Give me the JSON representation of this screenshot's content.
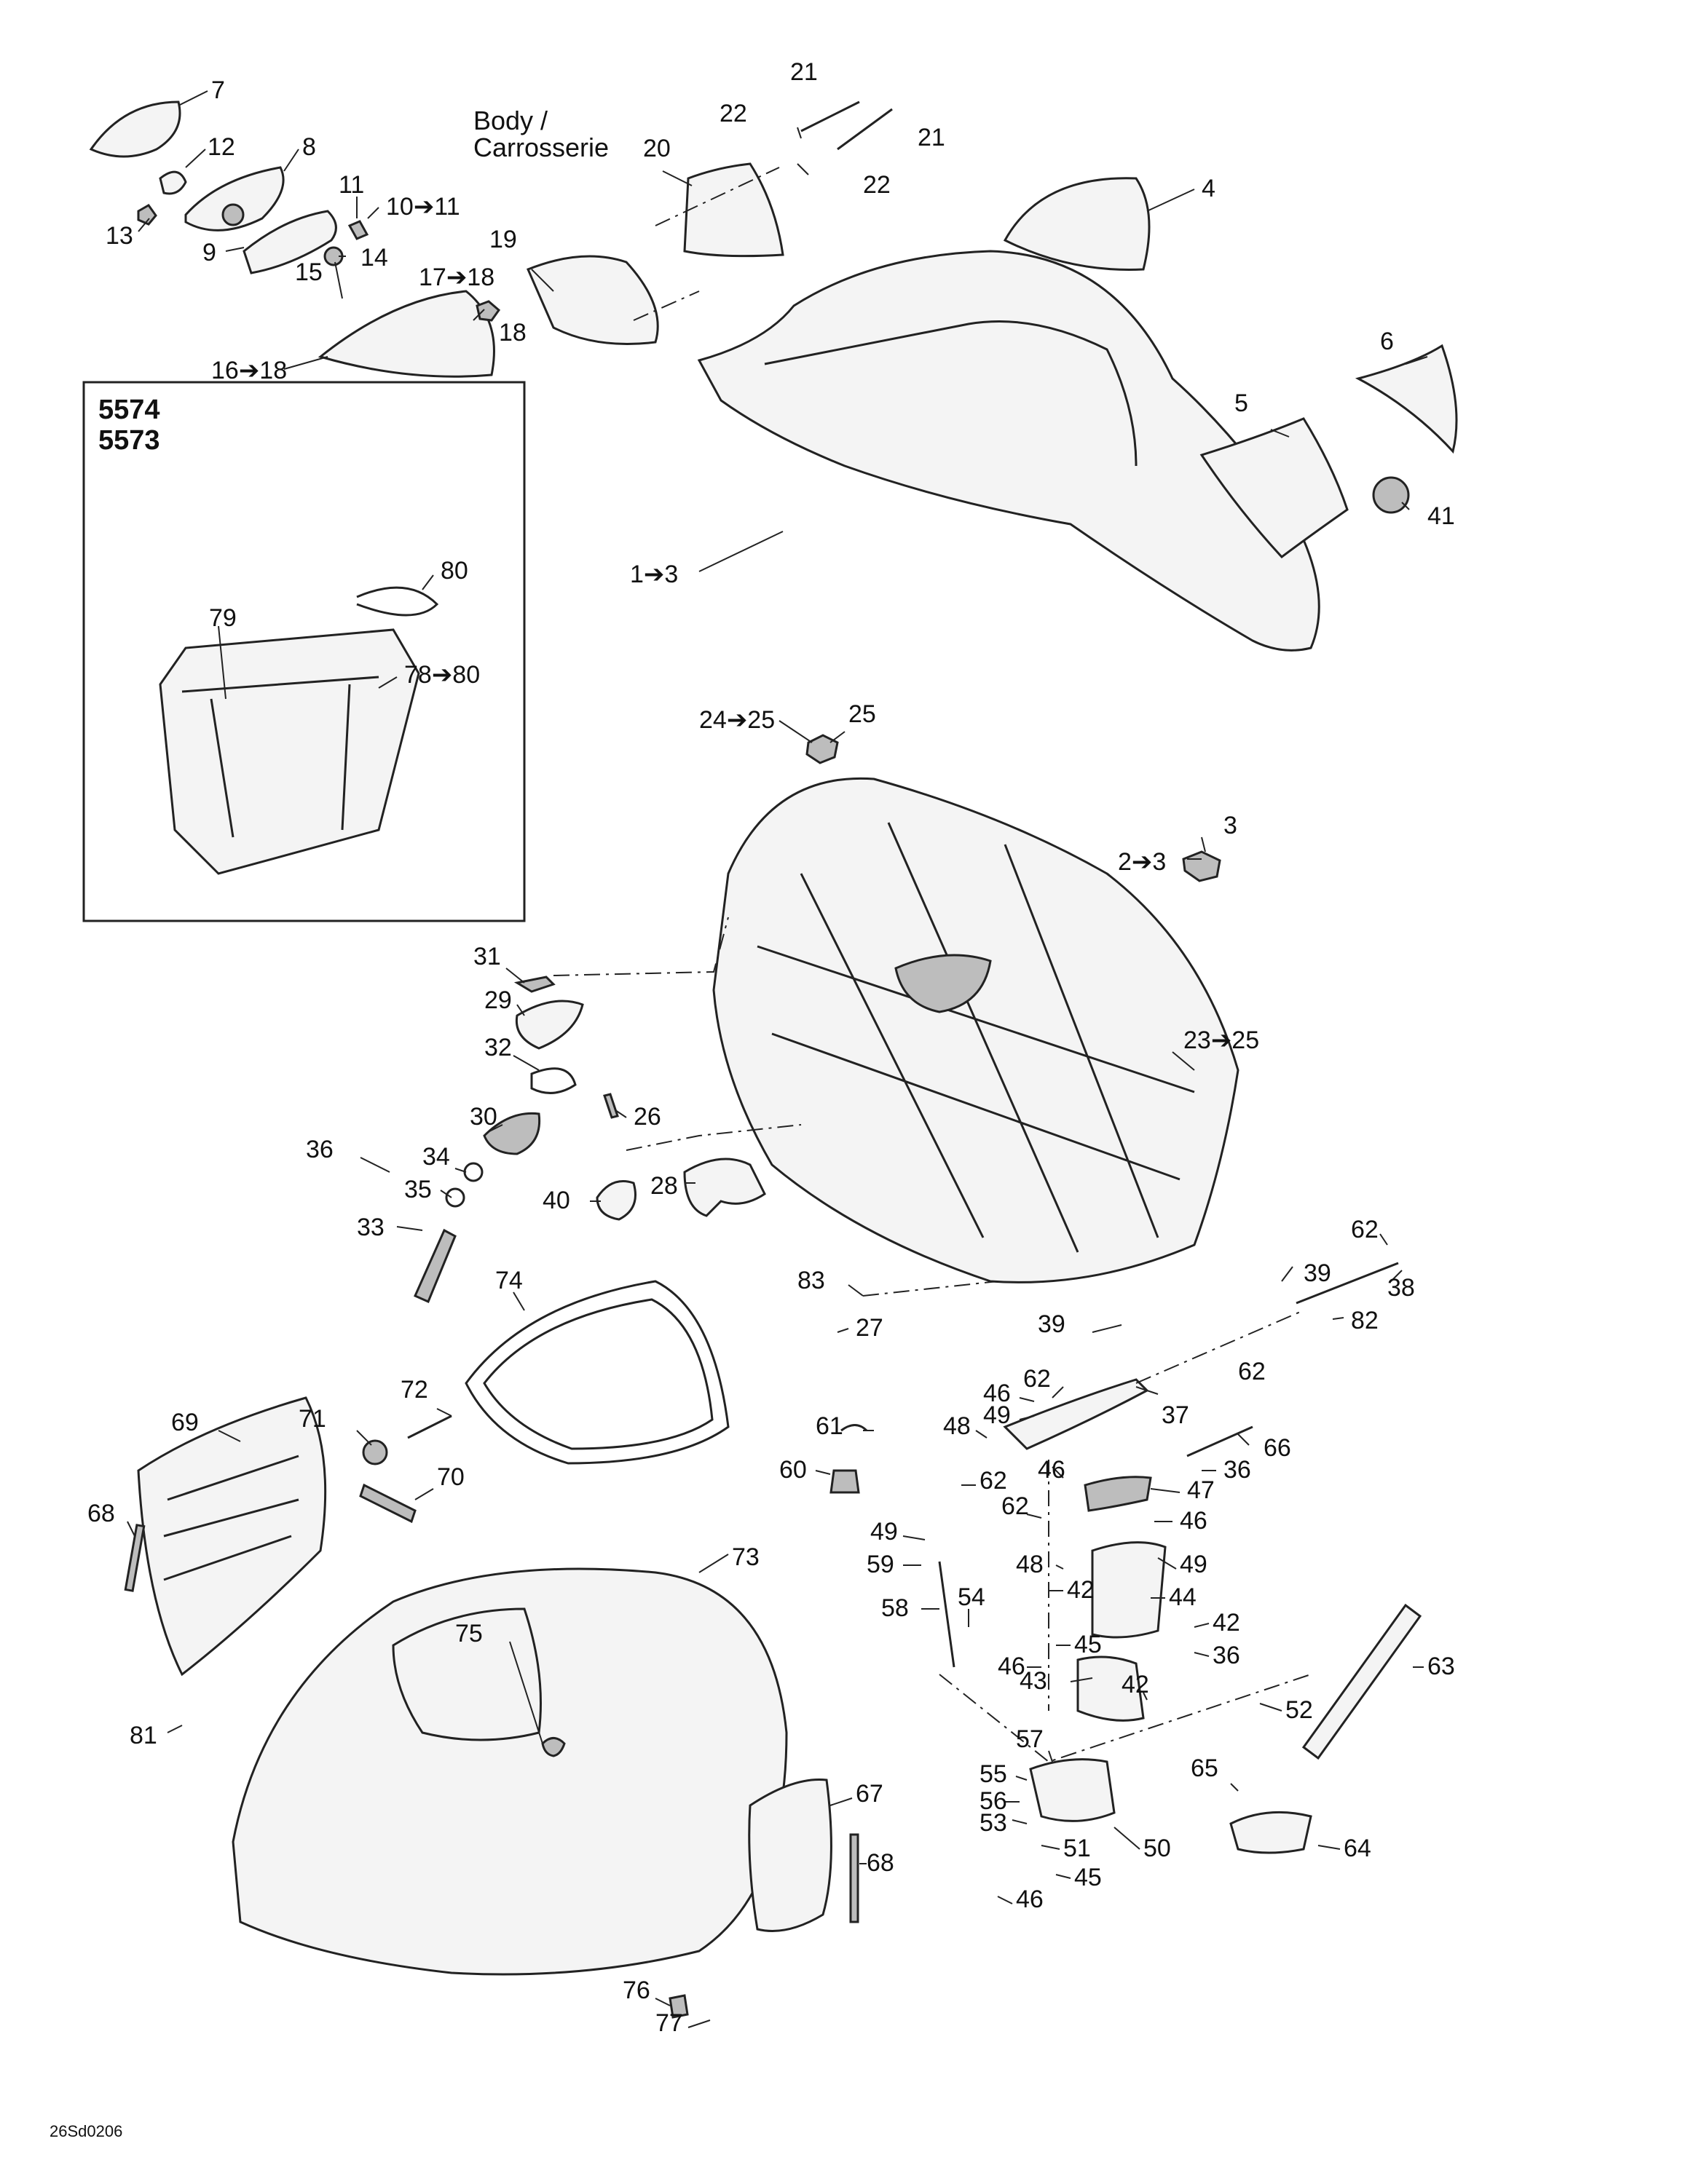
{
  "section_title": "Body /\nCarrosserie",
  "section_title_line1": "Body /",
  "section_title_line2": "Carrosserie",
  "inset_models": [
    "5574",
    "5573"
  ],
  "drawing_code": "26Sd0206",
  "callouts": [
    {
      "id": "c1",
      "text": "7"
    },
    {
      "id": "c2",
      "text": "12"
    },
    {
      "id": "c3",
      "text": "8"
    },
    {
      "id": "c4",
      "text": "13"
    },
    {
      "id": "c5",
      "text": "11"
    },
    {
      "id": "c6",
      "text": "10➔11"
    },
    {
      "id": "c7",
      "text": "14"
    },
    {
      "id": "c8",
      "text": "9"
    },
    {
      "id": "c9",
      "text": "15"
    },
    {
      "id": "c10",
      "text": "16➔18"
    },
    {
      "id": "c11",
      "text": "17➔18"
    },
    {
      "id": "c12",
      "text": "18"
    },
    {
      "id": "c13",
      "text": "19"
    },
    {
      "id": "c14",
      "text": "20"
    },
    {
      "id": "c15",
      "text": "21"
    },
    {
      "id": "c16",
      "text": "21"
    },
    {
      "id": "c17",
      "text": "22"
    },
    {
      "id": "c18",
      "text": "22"
    },
    {
      "id": "c19",
      "text": "4"
    },
    {
      "id": "c20",
      "text": "6"
    },
    {
      "id": "c21",
      "text": "5"
    },
    {
      "id": "c22",
      "text": "41"
    },
    {
      "id": "c23",
      "text": "1➔3"
    },
    {
      "id": "c24",
      "text": "80"
    },
    {
      "id": "c25",
      "text": "79"
    },
    {
      "id": "c26",
      "text": "78➔80"
    },
    {
      "id": "c27",
      "text": "24➔25"
    },
    {
      "id": "c28",
      "text": "25"
    },
    {
      "id": "c29",
      "text": "3"
    },
    {
      "id": "c30",
      "text": "2➔3"
    },
    {
      "id": "c31",
      "text": "31"
    },
    {
      "id": "c32",
      "text": "29"
    },
    {
      "id": "c33",
      "text": "32"
    },
    {
      "id": "c34",
      "text": "26"
    },
    {
      "id": "c35",
      "text": "23➔25"
    },
    {
      "id": "c36",
      "text": "30"
    },
    {
      "id": "c37",
      "text": "34"
    },
    {
      "id": "c38",
      "text": "35"
    },
    {
      "id": "c39",
      "text": "36"
    },
    {
      "id": "c40",
      "text": "40"
    },
    {
      "id": "c41",
      "text": "28"
    },
    {
      "id": "c42",
      "text": "33"
    },
    {
      "id": "c43",
      "text": "62"
    },
    {
      "id": "c44",
      "text": "39"
    },
    {
      "id": "c45",
      "text": "38"
    },
    {
      "id": "c46",
      "text": "83"
    },
    {
      "id": "c47",
      "text": "82"
    },
    {
      "id": "c48",
      "text": "27"
    },
    {
      "id": "c49",
      "text": "39"
    },
    {
      "id": "c50",
      "text": "74"
    },
    {
      "id": "c51",
      "text": "62"
    },
    {
      "id": "c52",
      "text": "46"
    },
    {
      "id": "c53",
      "text": "49"
    },
    {
      "id": "c54",
      "text": "62"
    },
    {
      "id": "c55",
      "text": "37"
    },
    {
      "id": "c56",
      "text": "72"
    },
    {
      "id": "c57",
      "text": "71"
    },
    {
      "id": "c58",
      "text": "61"
    },
    {
      "id": "c59",
      "text": "48"
    },
    {
      "id": "c60",
      "text": "66"
    },
    {
      "id": "c61",
      "text": "69"
    },
    {
      "id": "c62",
      "text": "60"
    },
    {
      "id": "c63",
      "text": "62"
    },
    {
      "id": "c64",
      "text": "46"
    },
    {
      "id": "c65",
      "text": "36"
    },
    {
      "id": "c66",
      "text": "70"
    },
    {
      "id": "c67",
      "text": "47"
    },
    {
      "id": "c68",
      "text": "68"
    },
    {
      "id": "c69",
      "text": "62"
    },
    {
      "id": "c70",
      "text": "49"
    },
    {
      "id": "c71",
      "text": "46"
    },
    {
      "id": "c72",
      "text": "59"
    },
    {
      "id": "c73",
      "text": "73"
    },
    {
      "id": "c74",
      "text": "48"
    },
    {
      "id": "c75",
      "text": "49"
    },
    {
      "id": "c76",
      "text": "42"
    },
    {
      "id": "c77",
      "text": "44"
    },
    {
      "id": "c78",
      "text": "58"
    },
    {
      "id": "c79",
      "text": "54"
    },
    {
      "id": "c80",
      "text": "42"
    },
    {
      "id": "c81",
      "text": "45"
    },
    {
      "id": "c82",
      "text": "36"
    },
    {
      "id": "c83",
      "text": "75"
    },
    {
      "id": "c84",
      "text": "46"
    },
    {
      "id": "c85",
      "text": "43"
    },
    {
      "id": "c86",
      "text": "63"
    },
    {
      "id": "c87",
      "text": "42"
    },
    {
      "id": "c88",
      "text": "52"
    },
    {
      "id": "c89",
      "text": "81"
    },
    {
      "id": "c90",
      "text": "57"
    },
    {
      "id": "c91",
      "text": "55"
    },
    {
      "id": "c92",
      "text": "65"
    },
    {
      "id": "c93",
      "text": "56"
    },
    {
      "id": "c94",
      "text": "53"
    },
    {
      "id": "c95",
      "text": "67"
    },
    {
      "id": "c96",
      "text": "50"
    },
    {
      "id": "c97",
      "text": "64"
    },
    {
      "id": "c98",
      "text": "51"
    },
    {
      "id": "c99",
      "text": "68"
    },
    {
      "id": "c100",
      "text": "45"
    },
    {
      "id": "c101",
      "text": "46"
    },
    {
      "id": "c102",
      "text": "76"
    },
    {
      "id": "c103",
      "text": "77"
    }
  ]
}
